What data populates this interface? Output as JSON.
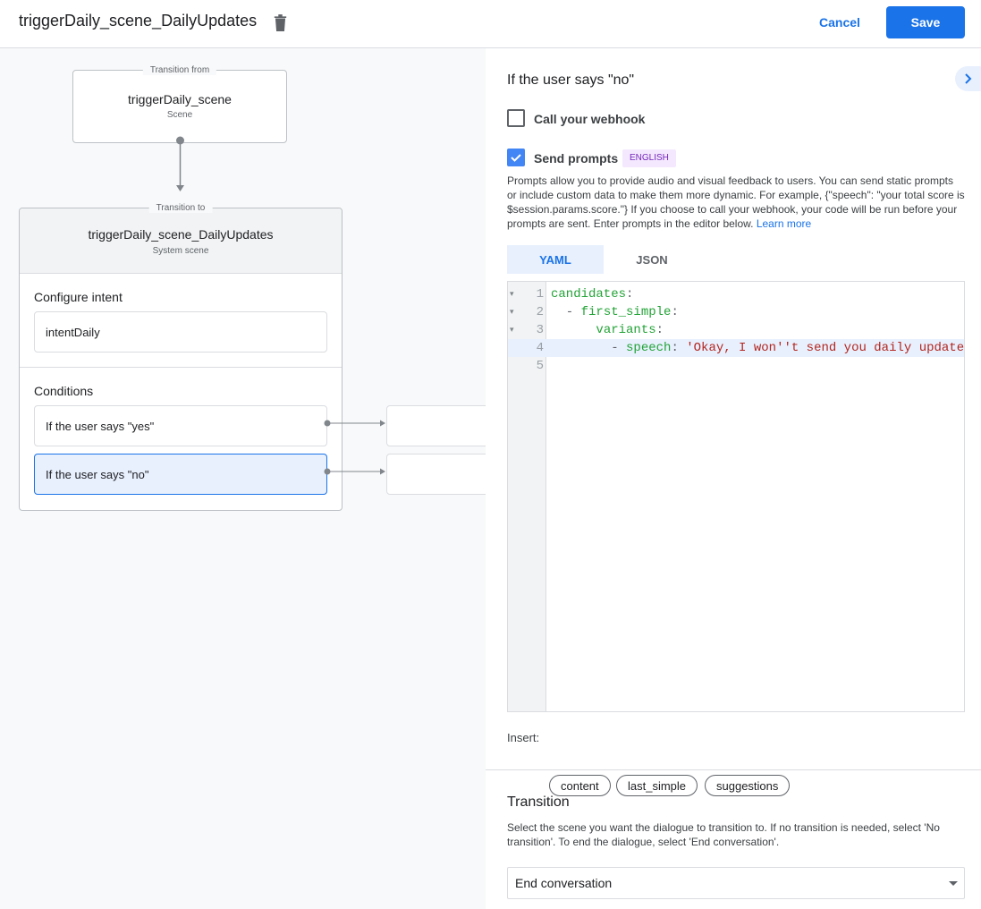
{
  "header": {
    "title": "triggerDaily_scene_DailyUpdates",
    "cancel_label": "Cancel",
    "save_label": "Save"
  },
  "canvas": {
    "from": {
      "legend": "Transition from",
      "name": "triggerDaily_scene",
      "type": "Scene"
    },
    "to": {
      "legend": "Transition to",
      "name": "triggerDaily_scene_DailyUpdates",
      "type": "System scene",
      "intent_heading": "Configure intent",
      "intent": "intentDaily",
      "conditions_heading": "Conditions",
      "conditions": [
        {
          "label": "If the user says \"yes\"",
          "selected": false
        },
        {
          "label": "If the user says \"no\"",
          "selected": true
        }
      ]
    }
  },
  "panel": {
    "title": "If the user says \"no\"",
    "webhook": {
      "label": "Call your webhook",
      "checked": false
    },
    "prompts": {
      "label": "Send prompts",
      "checked": true,
      "badge": "ENGLISH",
      "description": "Prompts allow you to provide audio and visual feedback to users. You can send static prompts or include custom data to make them more dynamic. For example, {\"speech\": \"your total score is $session.params.score.\"} If you choose to call your webhook, your code will be run before your prompts are sent. Enter prompts in the editor below.",
      "learn_more": "Learn more"
    },
    "tabs": [
      {
        "label": "YAML",
        "active": true
      },
      {
        "label": "JSON",
        "active": false
      }
    ],
    "editor": {
      "line_numbers": [
        "1",
        "2",
        "3",
        "4",
        "5"
      ],
      "lines": [
        [
          {
            "t": "candidates",
            "c": "key"
          },
          {
            "t": ":",
            "c": "p"
          }
        ],
        [
          {
            "t": "  - ",
            "c": "p"
          },
          {
            "t": "first_simple",
            "c": "key"
          },
          {
            "t": ":",
            "c": "p"
          }
        ],
        [
          {
            "t": "      ",
            "c": "p"
          },
          {
            "t": "variants",
            "c": "key"
          },
          {
            "t": ":",
            "c": "p"
          }
        ],
        [
          {
            "t": "        - ",
            "c": "p"
          },
          {
            "t": "speech",
            "c": "key"
          },
          {
            "t": ": ",
            "c": "p"
          },
          {
            "t": "'Okay, I won''t send you daily update",
            "c": "str"
          }
        ],
        []
      ]
    },
    "insert": {
      "label": "Insert:",
      "chips": [
        "content",
        "last_simple",
        "suggestions"
      ]
    },
    "transition": {
      "heading": "Transition",
      "description": "Select the scene you want the dialogue to transition to. If no transition is needed, select 'No transition'. To end the dialogue, select 'End conversation'.",
      "selected": "End conversation"
    }
  },
  "colors": {
    "accent": "#1a73e8",
    "selected_bg": "#e8f0fe",
    "key": "#22a336",
    "string": "#b3261e"
  }
}
